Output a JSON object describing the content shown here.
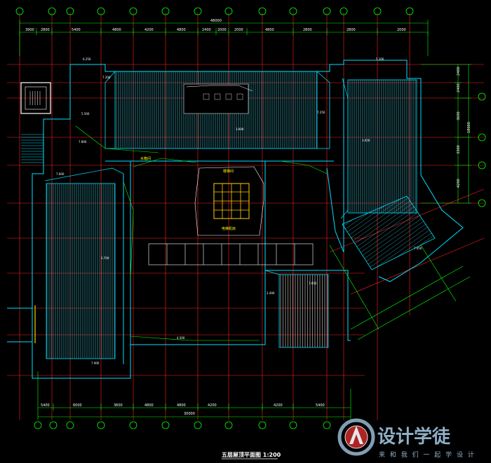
{
  "title": "五层屋顶平面图 1:200",
  "watermark": {
    "name": "设计学徒",
    "slogan": "来 和 我 们 一 起 学 设 计"
  },
  "top_total_dim": "48000",
  "bottom_total_dim": "30000",
  "right_total_dim": "18000",
  "top_dims": [
    "3900",
    "2800",
    "5400",
    "4800",
    "4200",
    "4800",
    "2400",
    "2000",
    "2000",
    "4800",
    "2800",
    "2800",
    "2000"
  ],
  "bottom_dims": [
    "5400",
    "6000",
    "3600",
    "4800",
    "4800",
    "4200",
    "4200",
    "5400"
  ],
  "right_dims": [
    "2400",
    "2400",
    "3600",
    "3300",
    "4200"
  ],
  "room_labels": {
    "stair_room_a": "楼梯间",
    "stair_room_b": "电梯机房",
    "stair_room_c": "水箱间"
  },
  "levels": {
    "l1": "6.250",
    "l2": "7.200",
    "l3": "5.500",
    "l4": "7.800",
    "l5": "3.900",
    "l6": "7.250",
    "l7": "5.300",
    "l8": "3.450",
    "l9": "7.600",
    "l10": "5.700",
    "l11": "7.900",
    "l12": "7.650",
    "l13": "4.500",
    "l14": "2.400",
    "l15": "7.050"
  },
  "colors": {
    "background": "#000000",
    "grid_red": "#ff2020",
    "dim_green": "#00ff00",
    "wall_cyan": "#00e0ff",
    "roof_hatch": "#40c0d0",
    "accent_yellow": "#ffd000",
    "watermark_red": "#c0282a"
  }
}
